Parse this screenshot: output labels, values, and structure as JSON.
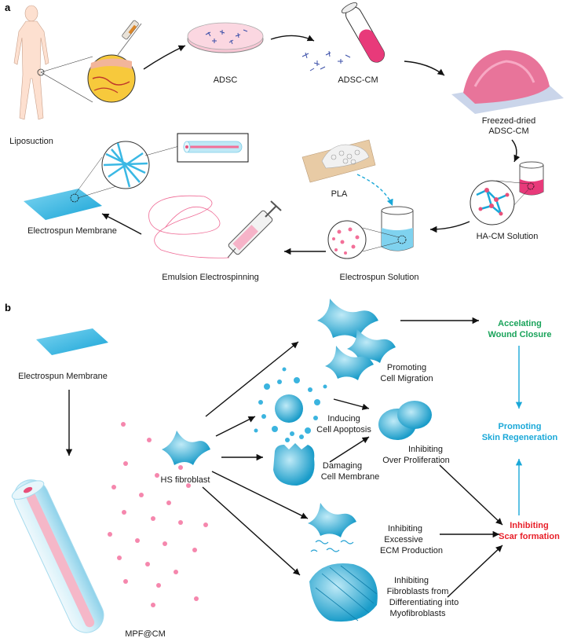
{
  "panel_a": {
    "letter": "a",
    "liposuction": "Liposuction",
    "adsc": "ADSC",
    "adsc_cm": "ADSC-CM",
    "freezed_dried_1": "Freezed-dried",
    "freezed_dried_2": "ADSC-CM",
    "ha_cm_solution": "HA-CM Solution",
    "pla": "PLA",
    "electrospun_solution": "Electrospun Solution",
    "emulsion_electrospinning": "Emulsion Electrospinning",
    "electrospun_membrane": "Electrospun Membrane"
  },
  "panel_b": {
    "letter": "b",
    "electrospun_membrane": "Electrospun Membrane",
    "mpf_cm": "MPF@CM",
    "hs_fibroblast": "HS fibroblast",
    "promoting_migration_1": "Promoting",
    "promoting_migration_2": "Cell Migration",
    "inducing_apoptosis_1": "Inducing",
    "inducing_apoptosis_2": "Cell Apoptosis",
    "damaging_membrane_1": "Damaging",
    "damaging_membrane_2": "Cell Membrane",
    "inhibiting_proliferation_1": "Inhibiting",
    "inhibiting_proliferation_2": "Over Proliferation",
    "inhibiting_ecm_1": "Inhibiting",
    "inhibiting_ecm_2": "Excessive",
    "inhibiting_ecm_3": "ECM Production",
    "inhibiting_diff_1": "Inhibiting",
    "inhibiting_diff_2": "Fibroblasts from",
    "inhibiting_diff_3": "Differentiating into",
    "inhibiting_diff_4": "Myofibroblasts",
    "wound_closure_1": "Accelating",
    "wound_closure_2": "Wound Closure",
    "skin_regen_1": "Promoting",
    "skin_regen_2": "Skin Regeneration",
    "scar_1": "Inhibiting",
    "scar_2": "Scar formation"
  },
  "colors": {
    "cyan": "#1aa8d8",
    "pink": "#e8507a",
    "green": "#19a35a",
    "red": "#e8202a"
  }
}
